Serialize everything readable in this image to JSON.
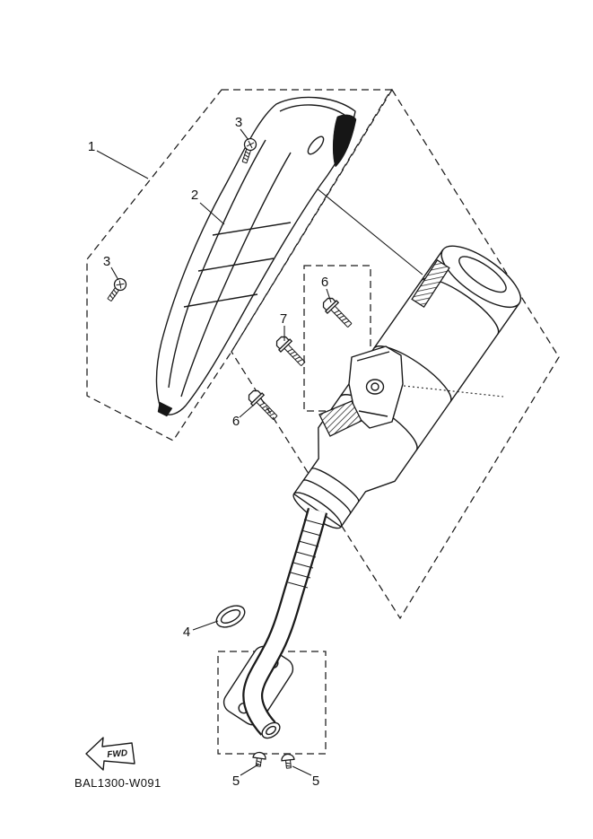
{
  "diagram": {
    "title": "exhaust-parts-exploded-view",
    "part_code": "BAL1300-W091",
    "fwd_label": "FWD",
    "icons": {
      "fwd_arrow": "forward-direction-arrow"
    },
    "colors": {
      "line": "#1a1a1a",
      "background": "#ffffff"
    },
    "callouts": [
      {
        "label": "1"
      },
      {
        "label": "2"
      },
      {
        "label": "3"
      },
      {
        "label": "3"
      },
      {
        "label": "4"
      },
      {
        "label": "5"
      },
      {
        "label": "5"
      },
      {
        "label": "6"
      },
      {
        "label": "6"
      },
      {
        "label": "7"
      }
    ]
  }
}
